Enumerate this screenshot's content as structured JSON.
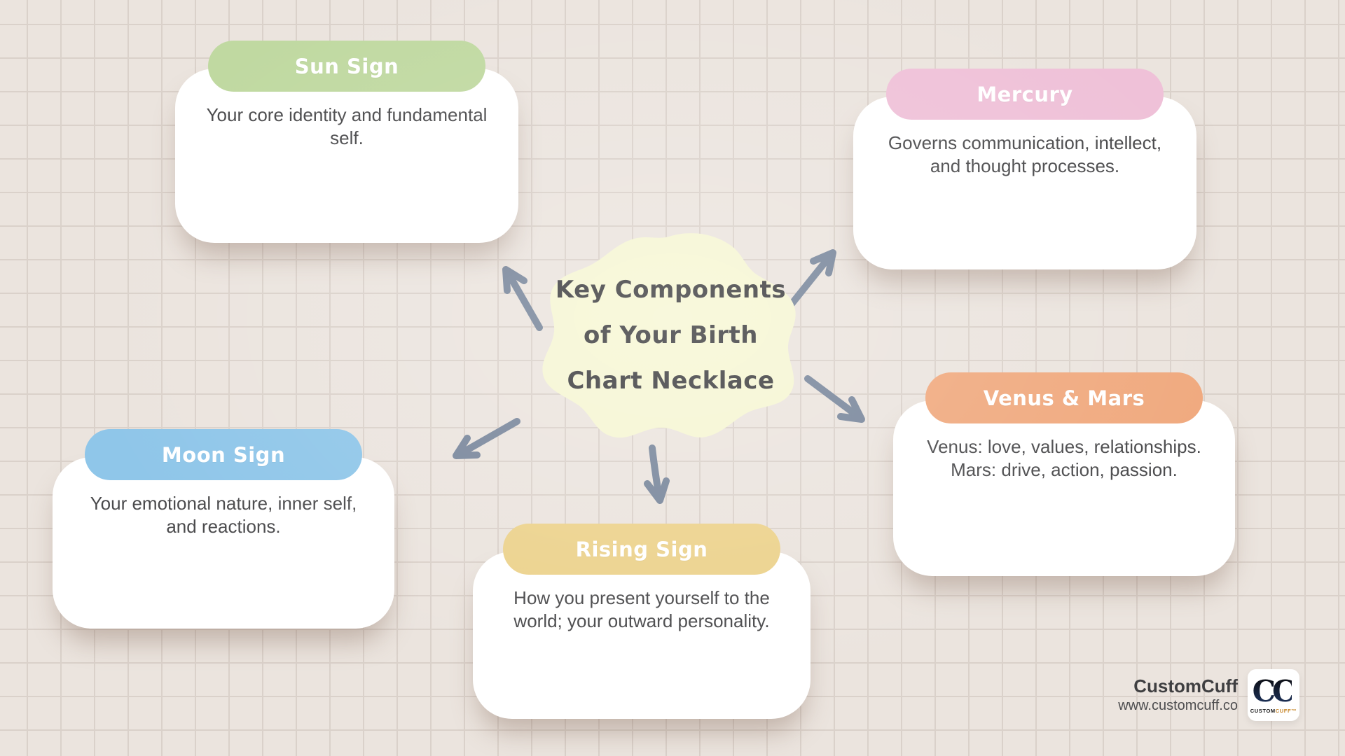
{
  "background": {
    "color": "#EBE4DE",
    "grid_color": "#DAD1CA"
  },
  "center": {
    "lines": [
      "Key Components",
      "of Your Birth",
      "Chart Necklace"
    ],
    "fill": "#F6F6D3",
    "text_color": "#3E3E40"
  },
  "cards": [
    {
      "id": "sun-sign",
      "title": "Sun Sign",
      "body": "Your core identity and fundamental self.",
      "pill_color": "#C0D9A1"
    },
    {
      "id": "mercury",
      "title": "Mercury",
      "body": "Governs communication, intellect, and thought processes.",
      "pill_color": "#EFC1D8"
    },
    {
      "id": "moon-sign",
      "title": "Moon Sign",
      "body": "Your emotional nature, inner self, and reactions.",
      "pill_color": "#8FC6E9"
    },
    {
      "id": "rising-sign",
      "title": "Rising Sign",
      "body": "How you present yourself to the world; your outward personality.",
      "pill_color": "#ECD28C"
    },
    {
      "id": "venus-mars",
      "title": "Venus & Mars",
      "body": "Venus: love, values, relationships. Mars: drive, action, passion.",
      "pill_color": "#F0A97E"
    }
  ],
  "arrows": {
    "color": "#78869B"
  },
  "footer": {
    "brand": "CustomCuff",
    "url": "www.customcuff.co",
    "logo_monogram": "CC",
    "logo_wordmark_custom": "CUSTOM",
    "logo_wordmark_cuff": "CUFF™"
  }
}
